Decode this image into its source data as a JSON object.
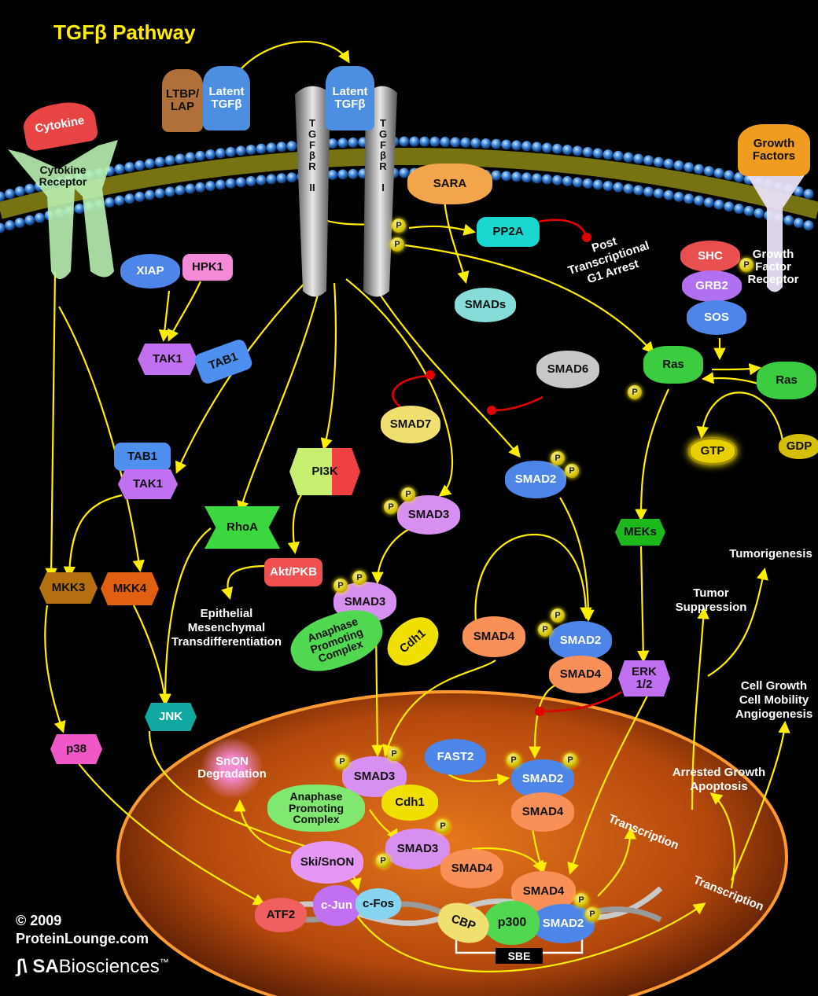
{
  "title": "TGFβ Pathway",
  "footer": {
    "copyright": "© 2009",
    "site": "ProteinLounge.com",
    "brand_prefix": "SA",
    "brand_suffix": "Biosciences",
    "brand_tm": "™"
  },
  "colors": {
    "arrow": "#ffee00",
    "inhibit": "#e00000",
    "nucleus": "#b84a0c",
    "background": "#000000"
  },
  "nodes": {
    "ltbp_lap": "LTBP/\nLAP",
    "latent_tgfb_outside": "Latent\nTGFβ",
    "latent_tgfb_receptor": "Latent\nTGFβ",
    "tgfbr2": "T\nG\nF\nβ\nR\n\nII",
    "tgfbr1": "T\nG\nF\nβ\nR\n\nI",
    "cytokine": "Cytokine",
    "cytokine_receptor": "Cytokine\nReceptor",
    "growth_factors": "Growth\nFactors",
    "gf_receptor": "Growth\nFactor\nReceptor",
    "sara": "SARA",
    "pp2a": "PP2A",
    "smads": "SMADs",
    "xiap": "XIAP",
    "hpk1": "HPK1",
    "tak1_top": "TAK1",
    "tab1_top": "TAB1",
    "tab1_mid": "TAB1",
    "tak1_mid": "TAK1",
    "shc": "SHC",
    "grb2": "GRB2",
    "sos": "SOS",
    "ras_left": "Ras",
    "ras_right": "Ras",
    "gtp": "GTP",
    "gdp": "GDP",
    "smad6": "SMAD6",
    "smad7": "SMAD7",
    "pi3k": "PI3K",
    "smad2_upper": "SMAD2",
    "smad3_upper": "SMAD3",
    "rhoa": "RhoA",
    "akt": "Akt/PKB",
    "meks": "MEKs",
    "mkk3": "MKK3",
    "mkk4": "MKK4",
    "smad3_mid": "SMAD3",
    "apc_upper": "Anaphase\nPromoting\nComplex",
    "cdh1_upper": "Cdh1",
    "smad4_mid": "SMAD4",
    "smad2_mid": "SMAD2",
    "smad4_mid2": "SMAD4",
    "erk": "ERK\n1/2",
    "jnk": "JNK",
    "p38": "p38",
    "snon_degradation": "SnON\nDegradation",
    "fast2": "FAST2",
    "smad3_nuc": "SMAD3",
    "cdh1_nuc": "Cdh1",
    "apc_nuc": "Anaphase\nPromoting\nComplex",
    "smad2_nuc": "SMAD2",
    "smad4_nuc": "SMAD4",
    "smad3_nuc2": "SMAD3",
    "smad4_nuc2": "SMAD4",
    "ski_snon": "Ski/SnON",
    "smad4_dna": "SMAD4",
    "smad2_dna": "SMAD2",
    "p300": "p300",
    "cbp": "CBP",
    "atf2": "ATF2",
    "cjun": "c-Jun",
    "cfos": "c-Fos",
    "sbe": "SBE"
  },
  "labels": {
    "post_transcriptional": "Post\nTranscriptional\nG1 Arrest",
    "emt": "Epithelial\nMesenchymal\nTransdifferentiation",
    "tumorigenesis": "Tumorigenesis",
    "tumor_suppression": "Tumor\nSuppression",
    "cell_growth": "Cell Growth\nCell Mobility\nAngiogenesis",
    "arrested_growth": "Arrested Growth\nApoptosis",
    "transcription_1": "Transcription",
    "transcription_2": "Transcription"
  },
  "phospho": "P"
}
